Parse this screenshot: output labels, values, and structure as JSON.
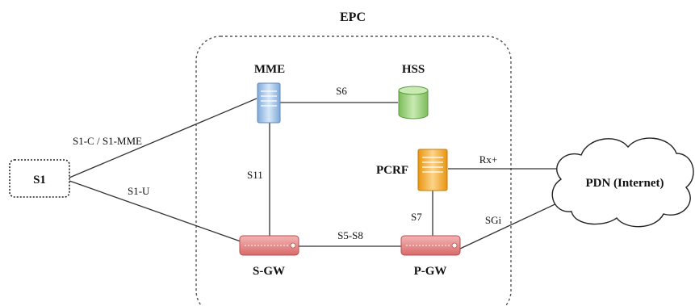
{
  "title": "EPC",
  "nodes": {
    "s1": "S1",
    "mme": "MME",
    "hss": "HSS",
    "pcrf": "PCRF",
    "sgw": "S-GW",
    "pgw": "P-GW",
    "pdn": "PDN (Internet)"
  },
  "links": {
    "s1c": "S1-C / S1-MME",
    "s1u": "S1-U",
    "s6": "S6",
    "s11": "S11",
    "s5s8": "S5-S8",
    "s7": "S7",
    "rx": "Rx+",
    "sgi": "SGi"
  },
  "colors": {
    "mme_fill": "#a9c9ec",
    "hss_fill": "#a9d88a",
    "pcrf_fill": "#f5a623",
    "gateway_fill": "#e88c8c",
    "line": "#333333",
    "boundary": "#555555"
  },
  "icons": {
    "mme": "server-icon",
    "hss": "database-icon",
    "pcrf": "server-icon",
    "sgw": "router-icon",
    "pgw": "router-icon",
    "pdn": "cloud-icon"
  }
}
